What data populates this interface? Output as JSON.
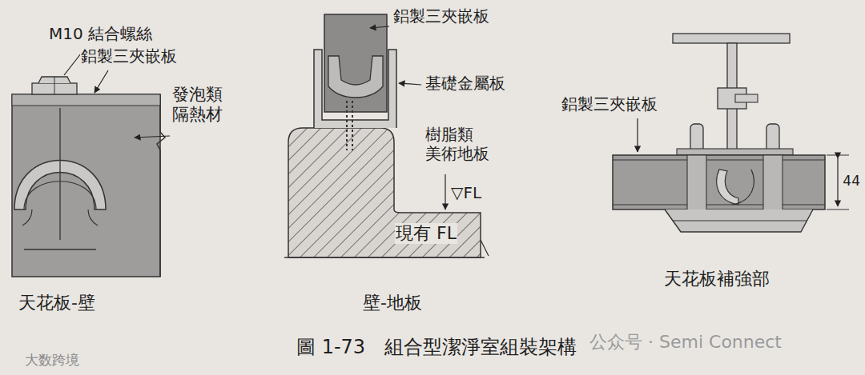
{
  "diagram": {
    "caption": "圖 1-73　組合型潔淨室組裝架構",
    "labels": [
      "M10 結合螺絲",
      "鋁製三夾嵌板",
      "發泡類 隔熱材",
      "天花板-壁",
      "鋁製三夾嵌板",
      "基礎金屬板",
      "樹脂類 美術地板",
      "▽FL",
      "現有 FL",
      "壁-地板",
      "鋁製三夾嵌板",
      "44",
      "天花板補強部",
      "大数跨境",
      "公众号 · Semi Connect"
    ]
  }
}
